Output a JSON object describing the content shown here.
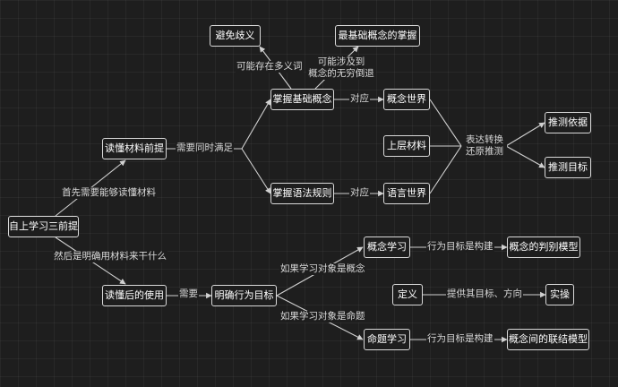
{
  "colors": {
    "background": "#1e1e1e",
    "node_border": "#d9d9d9",
    "line": "#d0d0d0",
    "text": "#ffffff",
    "label": "#d8d8d8"
  },
  "nodes": {
    "root": "自上学习三前提",
    "read_premise": "读懂材料前提",
    "use_after": "读懂后的使用",
    "master_concept": "掌握基础概念",
    "master_grammar": "掌握语法规则",
    "avoid_ambiguity": "避免歧义",
    "basic_concept": "最基础概念的掌握",
    "concept_world": "概念世界",
    "upper_material": "上层材料",
    "language_world": "语言世界",
    "inference_basis": "推测依据",
    "inference_goal": "推测目标",
    "clear_goal": "明确行为目标",
    "concept_learning": "概念学习",
    "proposition_learning": "命题学习",
    "concept_model": "概念的判别模型",
    "relation_model": "概念间的联结模型",
    "definition": "定义",
    "practice": "实操"
  },
  "edge_labels": {
    "first_read": "首先需要能够读懂材料",
    "then_use": "然后是明确用材料来干什么",
    "both_needed": "需要同时满足",
    "ambiguity": "可能存在多义词",
    "regress": "可能涉及到\n概念的无穷倒退",
    "corresponds_1": "对应",
    "corresponds_2": "对应",
    "transform": "表达转换\n还原推测",
    "need": "需要",
    "if_concept": "如果学习对象是概念",
    "if_proposition": "如果学习对象是命题",
    "goal_build_1": "行为目标是构建",
    "goal_build_2": "行为目标是构建",
    "provide_goal": "提供其目标、方向"
  }
}
